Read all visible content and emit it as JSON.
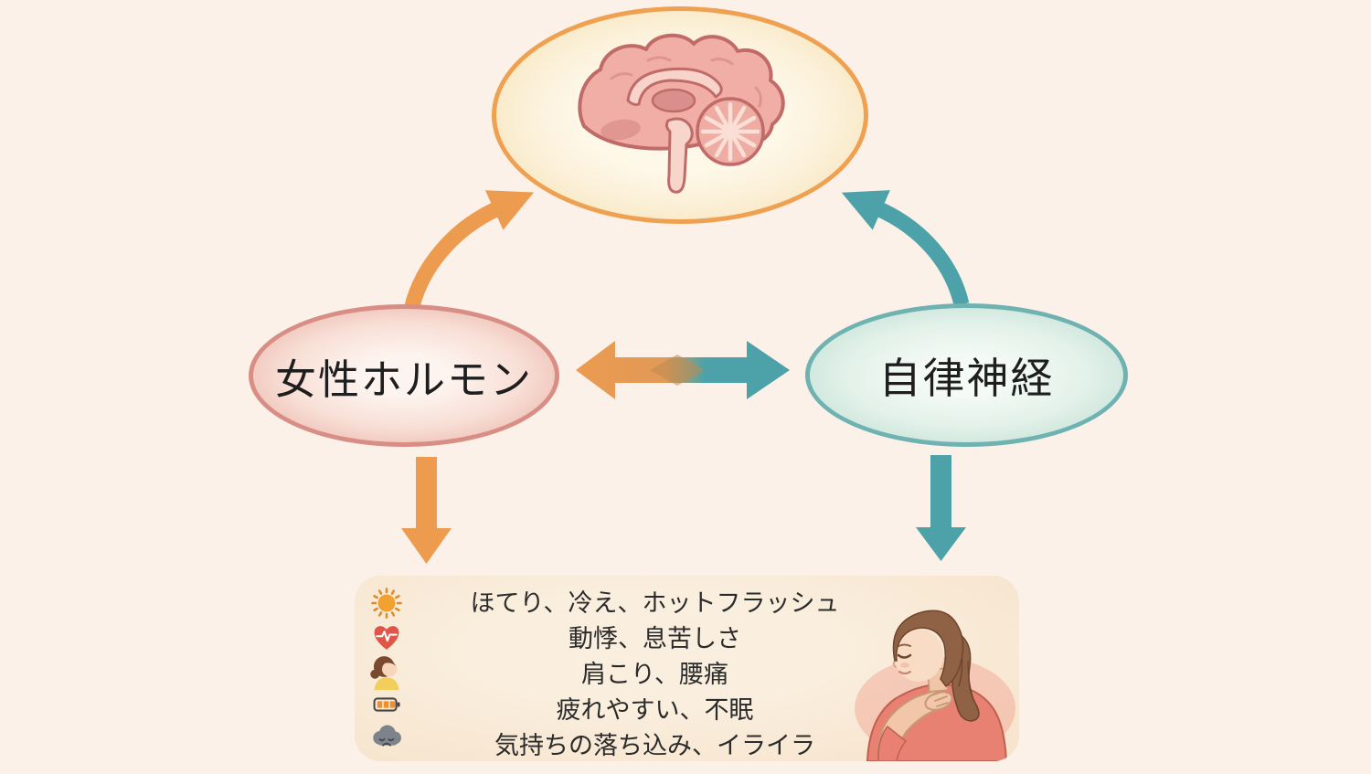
{
  "page": {
    "background_color": "#FBF1E8",
    "description_colors": {
      "orange_accent": "#EC9B4F",
      "teal_accent": "#4CA2A8",
      "hormone_border": "#D88D85",
      "autonomic_border": "#6FB2B2",
      "brain_border": "#EFA050",
      "symptom_box_bg": "#F6E3CB"
    }
  },
  "nodes": {
    "brain": {
      "icon": "brain-icon",
      "label": ""
    },
    "hormone": {
      "label": "女性ホルモン"
    },
    "autonomic": {
      "label": "自律神経"
    }
  },
  "arrows": [
    {
      "name": "hormone-to-brain",
      "color": "#EC9B4F",
      "direction": "curved-up-right"
    },
    {
      "name": "autonomic-to-brain",
      "color": "#4CA2A8",
      "direction": "curved-up-left"
    },
    {
      "name": "hormone-autonomic-bidirectional",
      "colors": [
        "#EC9B4F",
        "#4CA2A8"
      ],
      "direction": "horizontal-double"
    },
    {
      "name": "hormone-to-symptoms",
      "color": "#EC9B4F",
      "direction": "down"
    },
    {
      "name": "autonomic-to-symptoms",
      "color": "#4CA2A8",
      "direction": "down"
    }
  ],
  "symptom_box": {
    "items": [
      {
        "icon": "sun-icon",
        "text": "ほてり、冷え、ホットフラッシュ"
      },
      {
        "icon": "heart-pulse-icon",
        "text": "動悸、息苦しさ"
      },
      {
        "icon": "woman-icon",
        "text": "肩こり、腰痛"
      },
      {
        "icon": "battery-icon",
        "text": "疲れやすい、不眠"
      },
      {
        "icon": "sad-cloud-icon",
        "text": "気持ちの落ち込み、イライラ"
      }
    ],
    "illustration": "woman-holding-shoulder"
  }
}
